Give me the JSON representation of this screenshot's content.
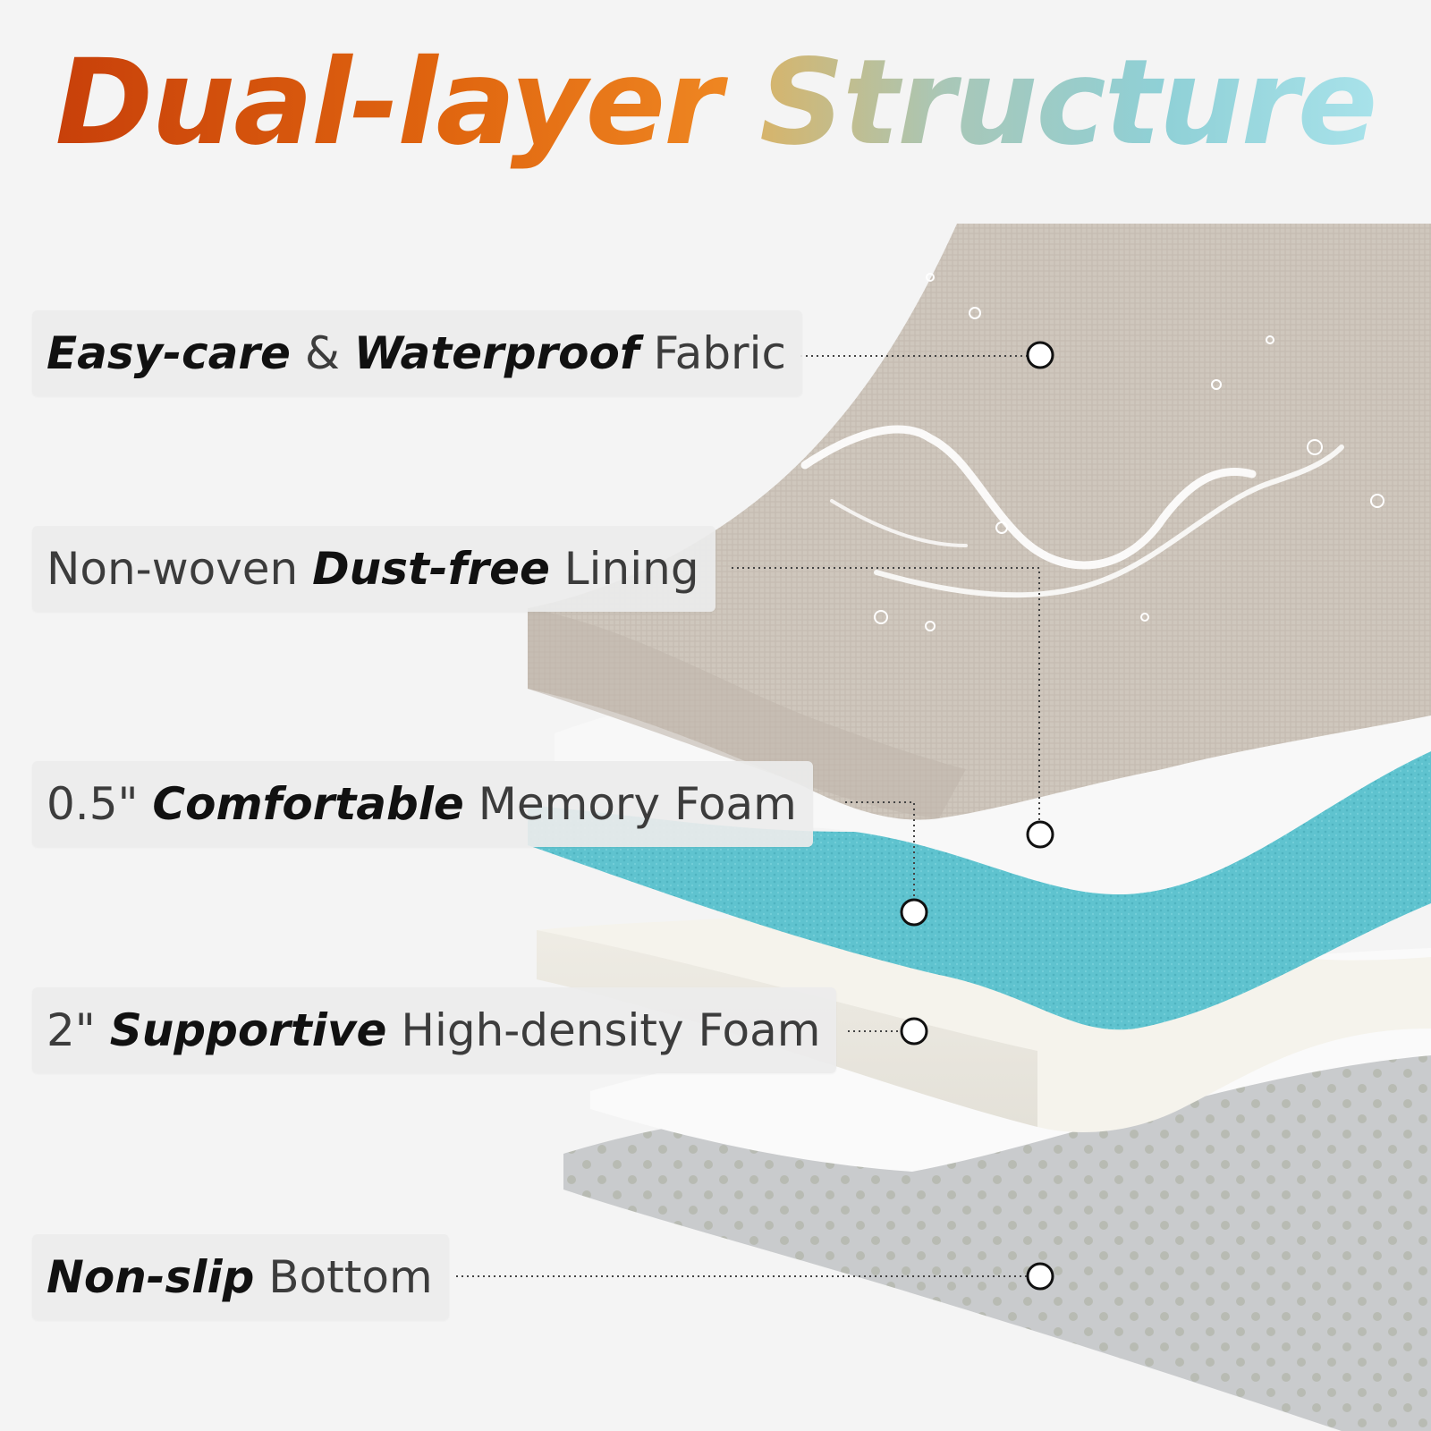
{
  "title": {
    "part1": "Dual-layer ",
    "part2": "Structure"
  },
  "labels": [
    {
      "emph1": "Easy-care",
      "mid": " & ",
      "emph2": "Waterproof",
      "rest": " Fabric"
    },
    {
      "pre": "Non-woven ",
      "emph": "Dust-free",
      "rest": " Lining"
    },
    {
      "pre": "0.5\" ",
      "emph": "Comfortable",
      "rest": " Memory Foam"
    },
    {
      "pre": "2\" ",
      "emph": "Supportive",
      "rest": " High-density Foam"
    },
    {
      "emph": "Non-slip",
      "rest": " Bottom"
    }
  ],
  "colors": {
    "fabric": "#cfc7bd",
    "lining": "#f7f7f7",
    "memory_foam": "#5fc3cf",
    "high_density_foam": "#f5f3ec",
    "bottom": "#c9cbcd",
    "leader": "#444444"
  }
}
